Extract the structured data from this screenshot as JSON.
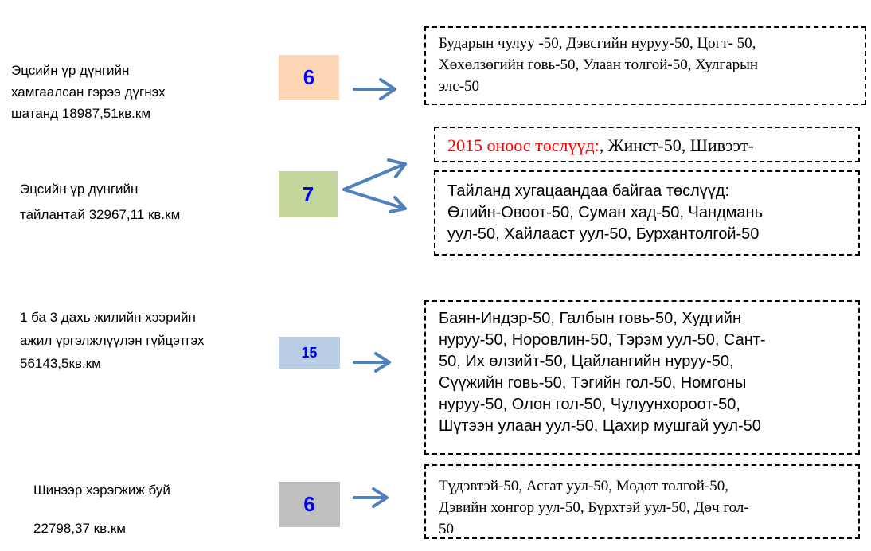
{
  "rows": [
    {
      "label_lines": [
        "Эцсийн үр дүнгийн",
        "хамгаалсан  гэрээ дүгнэх",
        "шатанд  18987,51кв.км"
      ],
      "count": "6",
      "color": "#FCD5B5"
    },
    {
      "label_lines": [
        "Эцсийн үр дүнгийн",
        "тайлантай 32967,11 кв.км"
      ],
      "count": "7",
      "color": "#C3D69B"
    },
    {
      "label_lines": [
        "1 ба 3 дахь жилийн хээрийн",
        "ажил үргэлжлүүлэн гүйцэтгэх",
        "56143,5кв.км"
      ],
      "count": "15",
      "color": "#B9CDE5"
    },
    {
      "label_lines": [
        "Шинээр хэрэгжиж буй",
        "22798,37 кв.км"
      ],
      "count": "6",
      "color": "#BFBFBF"
    }
  ],
  "boxes": {
    "b1": [
      "Бударын чулуу -50, Дэвсгийн нуруу-50, Цогт- 50,",
      "Хөхөлзөгийн говь-50, Улаан толгой-50, Хулгарын",
      "элс-50"
    ],
    "b2": {
      "highlight": "2015 оноос төслүүд:",
      "rest": ",  Жинст-50, Шивээт-"
    },
    "b3": [
      "Тайланд хугацаандаа байгаа төслүүд:",
      "Өлийн-Овоот-50, Суман хад-50, Чандмань",
      "уул-50, Хайлааст уул-50, Бурхантолгой-50"
    ],
    "b4": [
      "Баян-Индэр-50, Галбын говь-50, Худгийн",
      "нуруу-50, Норовлин-50, Тэрэм уул-50, Сант-",
      "50, Их өлзийт-50, Цайлангийн нуруу-50,",
      "Сүүжийн говь-50, Тэгийн гол-50, Номгоны",
      "нуруу-50, Олон гол-50, Чулуунхороот-50,",
      "Шүтээн улаан уул-50, Цахир мушгай уул-50"
    ],
    "b5": [
      "Түдэвтэй-50,  Асгат уул-50, Модот толгой-50,",
      "Дэвийн хонгор уул-50, Бүрхтэй уул-50, Дөч гол-",
      "50"
    ]
  },
  "colors": {
    "arrow": "#4F81BD",
    "number": "#0000FF",
    "highlight": "#FF0000"
  }
}
